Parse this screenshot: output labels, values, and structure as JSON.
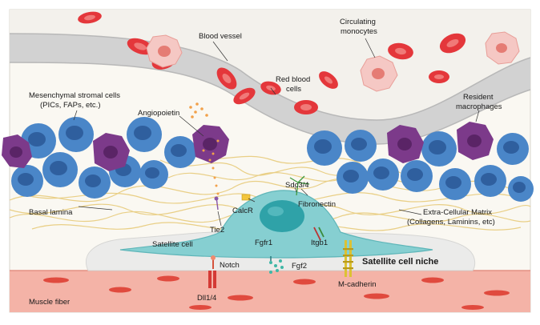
{
  "colors": {
    "vessel": "#d2d2d2",
    "background": "#faf8f2",
    "red_blood_cell": "#e4373b",
    "monocyte": "#f5c8c4",
    "stromal_cell": "#4a86c8",
    "macrophage": "#7c3a8a",
    "satellite_cell": "#86cfd1",
    "niche": "#ebebea",
    "muscle_fiber": "#f4b3a7",
    "ecm_fibers": "#e9cf86"
  },
  "labels": {
    "blood_vessel": "Blood vessel",
    "circulating_monocytes": [
      "Circulating",
      "monocytes"
    ],
    "red_blood_cells": [
      "Red blood",
      "cells"
    ],
    "mesenchymal": [
      "Mesenchymal stromal cells",
      "(PICs, FAPs, etc.)"
    ],
    "angiopoietin": "Angiopoietin",
    "resident_macrophages": [
      "Resident",
      "macrophages"
    ],
    "sdc": "Sdc3/4",
    "calcr": "CalcR",
    "fibronectin": "Fibronectin",
    "basal_lamina": "Basal lamina",
    "ecm": [
      "Extra-Cellular Matrix",
      "(Collagens, Laminins, etc)"
    ],
    "tie2": "Tie2",
    "satellite_cell": "Satellite cell",
    "fgfr1": "Fgfr1",
    "itgb1": "Itgb1",
    "notch": "Notch",
    "fgf2": "Fgf2",
    "niche": "Satellite cell niche",
    "dll": "Dll1/4",
    "mcadherin": "M-cadherin",
    "muscle_fiber": "Muscle fiber"
  }
}
